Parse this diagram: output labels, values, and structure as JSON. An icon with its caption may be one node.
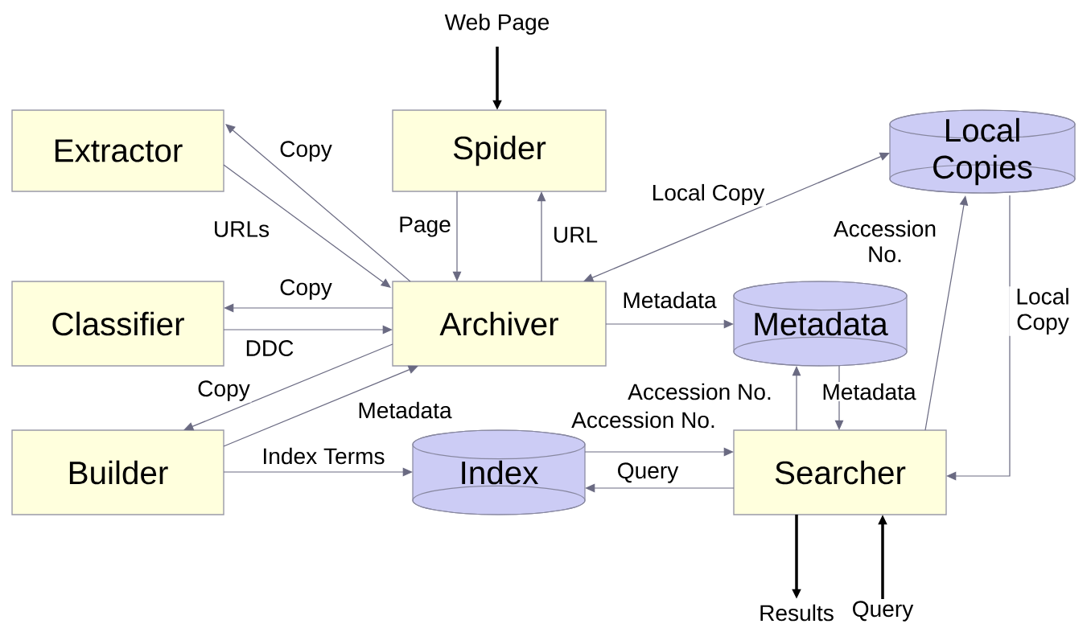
{
  "diagram": {
    "nodes": [
      {
        "text": [
          "Extractor"
        ]
      },
      {
        "text": [
          "Spider"
        ]
      },
      {
        "text": [
          "Local Copies"
        ]
      },
      {
        "text": [
          "Classifier"
        ]
      },
      {
        "text": [
          "Archiver"
        ]
      },
      {
        "text": [
          "Metadata"
        ]
      },
      {
        "text": [
          "Builder"
        ]
      },
      {
        "text": [
          "Index"
        ]
      },
      {
        "text": [
          "Searcher"
        ]
      },
      {
        "text": [
          "Web Page"
        ]
      },
      {
        "text": [
          "Results"
        ]
      },
      {
        "text": [
          "Query"
        ]
      }
    ],
    "edges": [
      {
        "from": 9,
        "to": 1,
        "arrow": "to",
        "style": "thick",
        "color": "#000000"
      },
      {
        "from": 4,
        "to": 0,
        "arrow": "to",
        "label": "Copy"
      },
      {
        "from": 0,
        "to": 4,
        "arrow": "to",
        "label": "URLs"
      },
      {
        "from": 4,
        "to": 3,
        "arrow": "to",
        "label": "Copy"
      },
      {
        "from": 3,
        "to": 4,
        "arrow": "to",
        "label": "DDC"
      },
      {
        "from": 4,
        "to": 6,
        "arrow": "to",
        "label": "Copy"
      },
      {
        "from": 6,
        "to": 4,
        "arrow": "to",
        "label": "Metadata"
      },
      {
        "from": 6,
        "to": 7,
        "arrow": "to",
        "label": "Index Terms"
      },
      {
        "from": 1,
        "to": 4,
        "arrow": "to",
        "label": "Page"
      },
      {
        "from": 4,
        "to": 1,
        "arrow": "to",
        "label": "URL"
      },
      {
        "from": 4,
        "to": 2,
        "arrow": "both",
        "label": "Local Copy"
      },
      {
        "from": 4,
        "to": 5,
        "arrow": "to",
        "label": "Metadata"
      },
      {
        "from": 8,
        "to": 5,
        "arrow": "to",
        "label": "Accession No."
      },
      {
        "from": 5,
        "to": 8,
        "arrow": "to",
        "label": "Metadata"
      },
      {
        "from": 7,
        "to": 8,
        "arrow": "to",
        "label": "Accession No."
      },
      {
        "from": 8,
        "to": 7,
        "arrow": "to",
        "label": "Query"
      },
      {
        "from": 8,
        "to": 2,
        "arrow": "to",
        "label": "Accession No."
      },
      {
        "from": 2,
        "to": 8,
        "arrow": "to",
        "label": "Local Copy"
      },
      {
        "from": 8,
        "to": 10,
        "arrow": "to",
        "style": "thick",
        "color": "#000000"
      },
      {
        "from": 11,
        "to": 8,
        "arrow": "to",
        "style": "thick",
        "color": "#000000"
      }
    ]
  }
}
